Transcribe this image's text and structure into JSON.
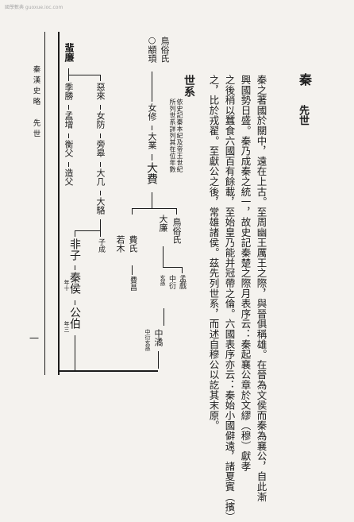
{
  "watermark": "國學數典 guoxue.ioc.com",
  "section_title": "秦",
  "section_subtitle": "先世",
  "side_header": "秦漢史略　先世",
  "page_number": "一",
  "body_lines": [
    "秦之著國於關中，遠在上古。至周幽王厲王之際，與晉俱稱雄。在晉為文侯而秦為襄公，自此漸",
    "興國勢日盛。秦乃成秦之統一，故史記秦楚之際月表序云：秦起襄公章於文繆（穆）獻孝",
    "之後稍以蠶食六國百有餘載，至始皇乃能并冠帶之倫。六國表序亦云：秦始小國僻遠，諸夏賓（擯）",
    "之，比於戎翟。至獻公之後，常雄諸侯。茲先列世系，而述自穆公以訖其末原。"
  ],
  "shixi_heading": "世系",
  "shixi_note_1": "依史記秦本紀及帝王世紀",
  "shixi_note_2": "所列世系詳列其在位年數",
  "genealogy": {
    "zhuanxu": "○顓頊",
    "nvxiu": "女修",
    "daye": "大業",
    "dafei": "大費",
    "niaosu": "鳥俗氏",
    "dalian": "大廉",
    "feishi": "費氏",
    "ruomu": "若木",
    "xuanchang": "費昌",
    "mengxi": "孟戲",
    "zhongyan": "中衍",
    "daxuansun": "玄孫",
    "zhongjue": "中潏",
    "zhongjue_note": "中衍玄孫",
    "feilian": "蜚廉",
    "elai": "惡來",
    "nvfang": "女防",
    "panggao": "旁皋",
    "taiji": "大几",
    "daluo": "大駱",
    "jisheng": "季勝",
    "mengzeng": "孟增",
    "hengfu": "衡父",
    "zaofu": "造父",
    "zicheng": "子成",
    "feizi": "非子",
    "qinhou": "秦侯",
    "qinhou_reign": "年十",
    "gongbo": "公伯",
    "gongbo_reign": "年三"
  }
}
